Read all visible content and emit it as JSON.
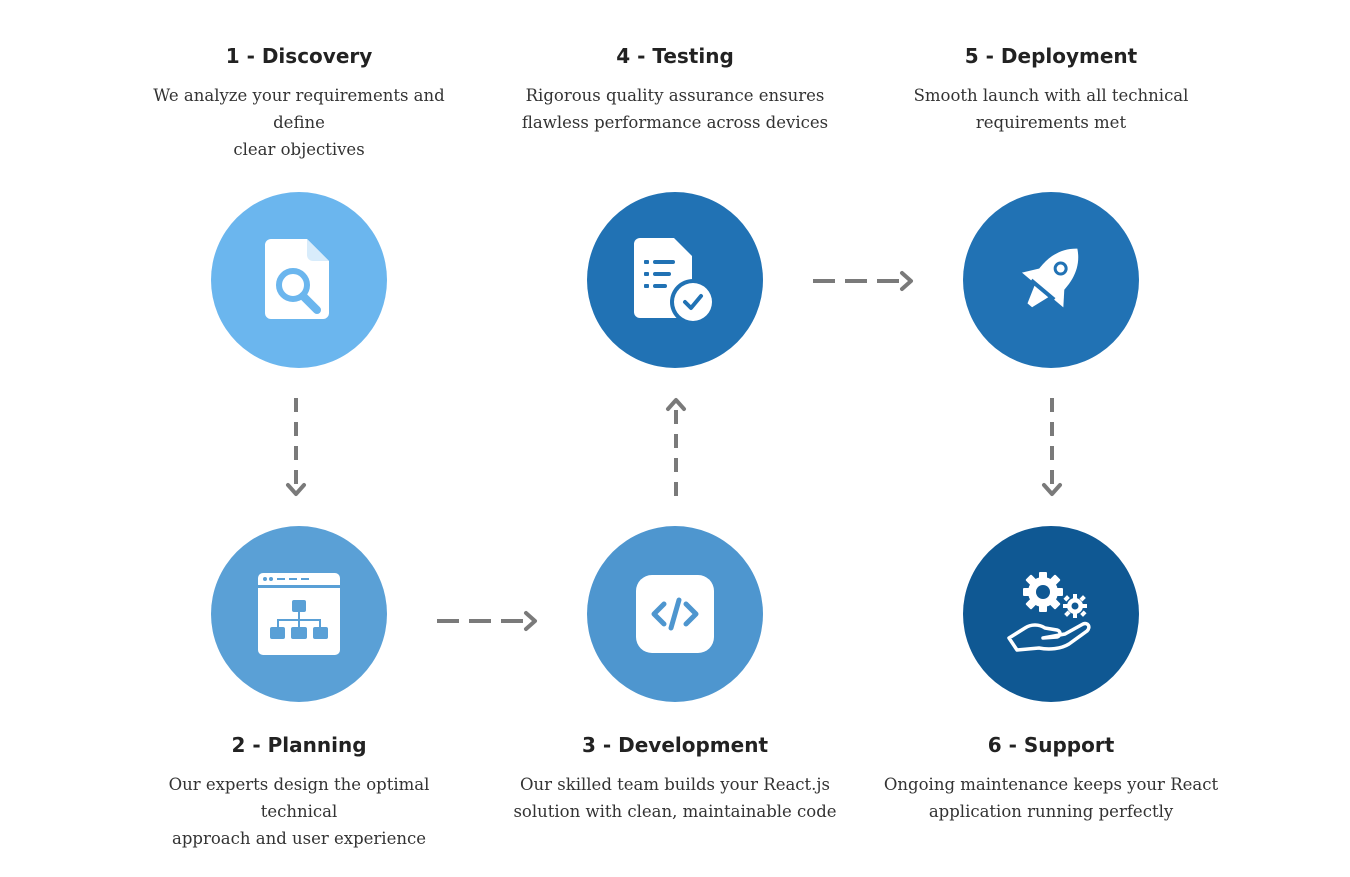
{
  "colors": {
    "discovery": "#6bb6ee",
    "planning": "#5aa0d6",
    "development": "#4e96cf",
    "testing": "#2172b4",
    "deployment": "#2172b4",
    "support": "#0f5893",
    "arrow": "#7a7a7a"
  },
  "steps": [
    {
      "title": "1 - Discovery",
      "desc_line1": "We analyze your requirements and define",
      "desc_line2": "clear objectives",
      "icon": "document-search-icon"
    },
    {
      "title": "2 - Planning",
      "desc_line1": "Our experts design the optimal technical",
      "desc_line2": "approach and user experience",
      "icon": "sitemap-window-icon"
    },
    {
      "title": "3 - Development",
      "desc_line1": "Our skilled team builds your React.js",
      "desc_line2": "solution with clean, maintainable code",
      "icon": "code-icon"
    },
    {
      "title": "4 - Testing",
      "desc_line1": "Rigorous quality assurance ensures",
      "desc_line2": "flawless performance across devices",
      "icon": "checklist-document-icon"
    },
    {
      "title": "5 - Deployment",
      "desc_line1": "Smooth launch with all technical",
      "desc_line2": "requirements met",
      "icon": "rocket-icon"
    },
    {
      "title": "6 - Support",
      "desc_line1": "Ongoing maintenance keeps your React",
      "desc_line2": "application running perfectly",
      "icon": "gears-hand-icon"
    }
  ]
}
